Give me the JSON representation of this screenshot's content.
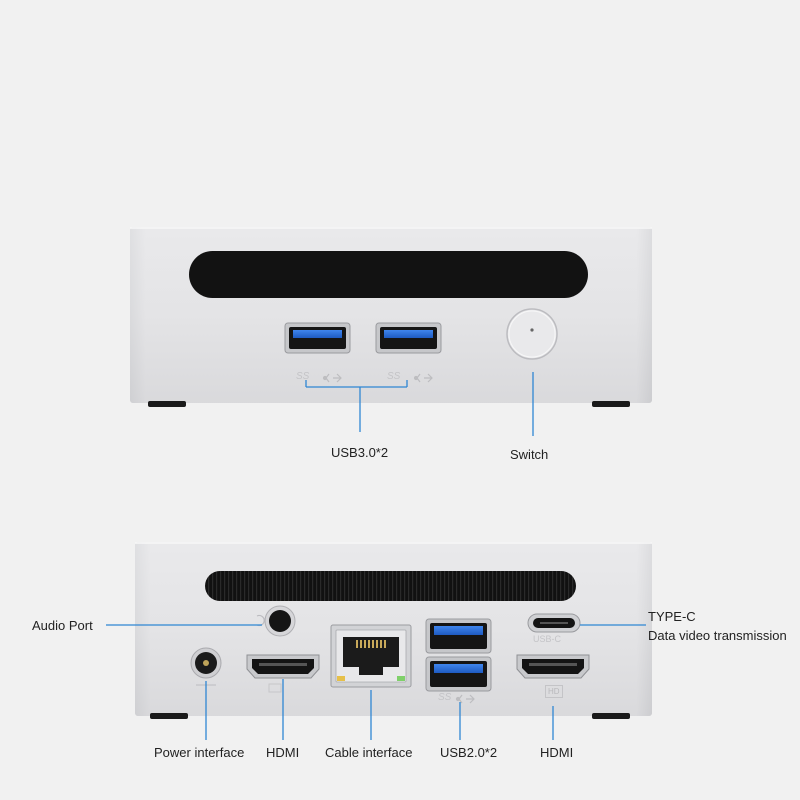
{
  "front_panel": {
    "usb_label": "USB3.0*2",
    "switch_label": "Switch",
    "ss_mark": "SS"
  },
  "back_panel": {
    "audio_label": "Audio Port",
    "typec_title": "TYPE-C",
    "typec_desc": "Data video transmission",
    "usbc_mark": "USB-C",
    "hd_mark": "HD",
    "ss_mark": "SS",
    "power_label": "Power interface",
    "hdmi_left_label": "HDMI",
    "cable_label": "Cable interface",
    "usb2_label": "USB2.0*2",
    "hdmi_right_label": "HDMI"
  },
  "colors": {
    "background": "#f1f1f1",
    "chassis": "#e3e3e5",
    "vent": "#111111",
    "usb3_blue": "#2b6fd4",
    "callout_line": "#2f86d3"
  }
}
